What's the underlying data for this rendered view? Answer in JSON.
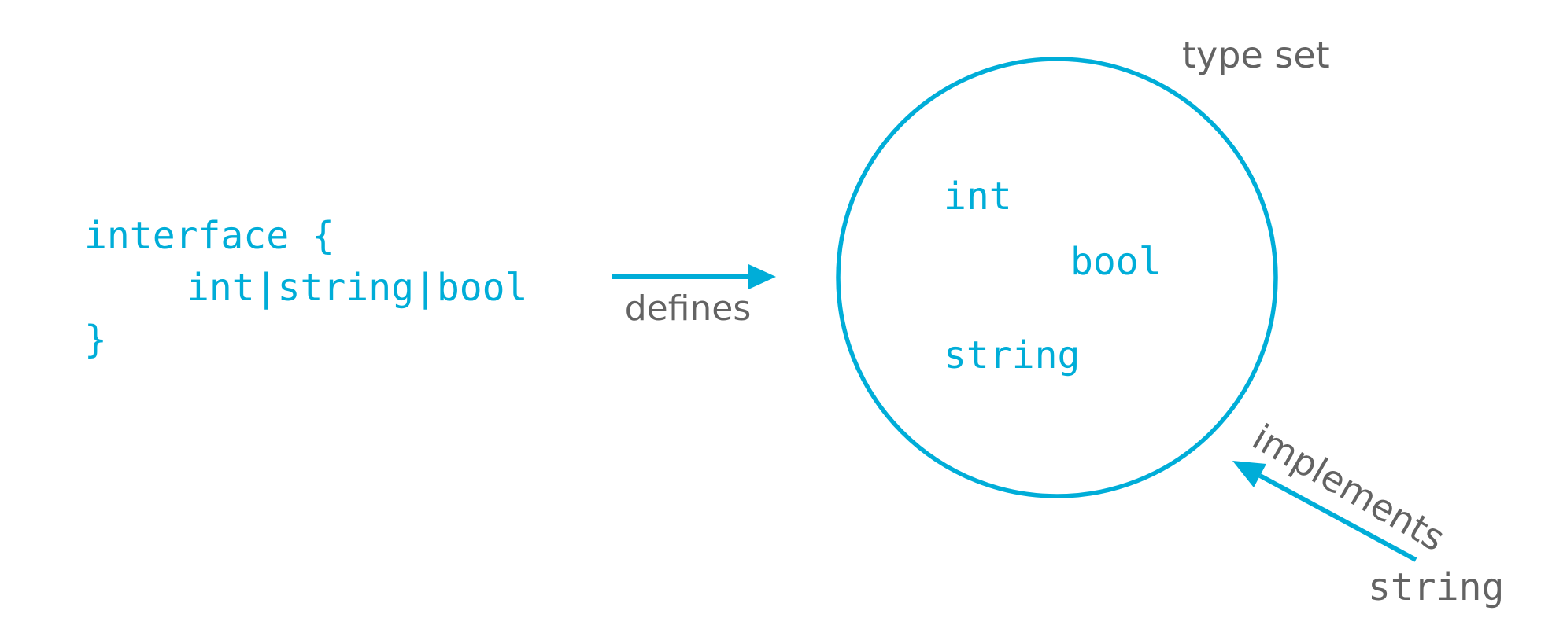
{
  "colors": {
    "accent": "#00ADD8",
    "text_gray": "#636363",
    "background": "#FFFFFF"
  },
  "code_block": {
    "lines": [
      "interface {",
      "int|string|bool",
      "}"
    ]
  },
  "defines": {
    "label": "defines"
  },
  "type_set": {
    "title": "type set",
    "members": [
      "int",
      "bool",
      "string"
    ]
  },
  "implements": {
    "label": "implements",
    "type": "string"
  }
}
